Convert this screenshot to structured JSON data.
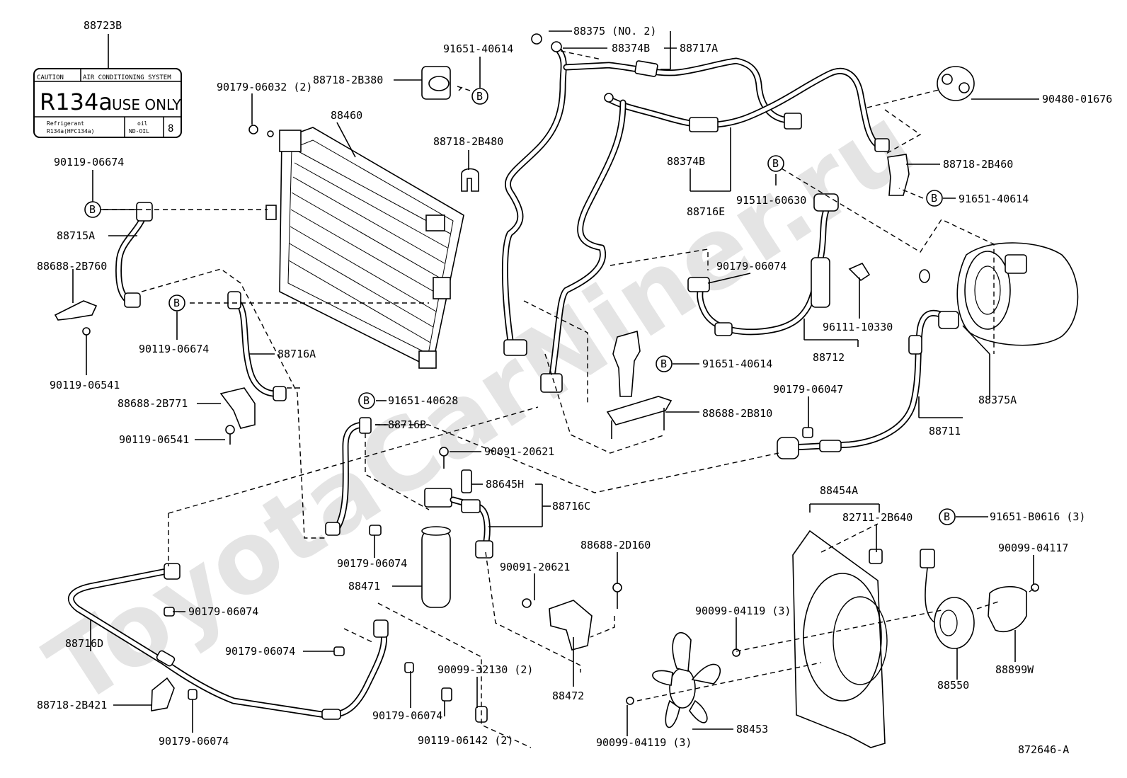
{
  "watermark": "ToyotaCarNiner.ru",
  "label_card": {
    "caution_left": "CAUTION",
    "caution_right": "AIR CONDITIONING SYSTEM",
    "refrigerant": "R134a",
    "use_only": "USE ONLY",
    "foot_left_line1": "Refrigerant",
    "foot_left_line2": "R134a(HFC134a)",
    "foot_mid_line1": "oil",
    "foot_mid_line2": "ND-OIL",
    "foot_right": "8"
  },
  "callout_ref": "B",
  "labels": {
    "p88723B": "88723B",
    "p88375_no2": "88375 (NO. 2)",
    "p88374B_top": "88374B",
    "p88717A": "88717A",
    "p91651_40614_top": "91651-40614",
    "p88718_2B380": "88718-2B380",
    "p90179_06032": "90179-06032 (2)",
    "p88460": "88460",
    "p88718_2B480": "88718-2B480",
    "p90480_01676": "90480-01676",
    "p90119_06674_a": "90119-06674",
    "p88374B_mid": "88374B",
    "p88718_2B460": "88718-2B460",
    "p88716E": "88716E",
    "p91511_60630": "91511-60630",
    "p91651_40614_right": "91651-40614",
    "p88715A": "88715A",
    "p88688_2B760": "88688-2B760",
    "p90179_06074_a": "90179-06074",
    "p90119_06674_b": "90119-06674",
    "p88716A": "88716A",
    "p96111_10330": "96111-10330",
    "p88712": "88712",
    "p90119_06541_a": "90119-06541",
    "p91651_40614_mid": "91651-40614",
    "p90179_06047": "90179-06047",
    "p88375A": "88375A",
    "p88688_2B771": "88688-2B771",
    "p91651_40628": "91651-40628",
    "p88688_2B810": "88688-2B810",
    "p88716B": "88716B",
    "p88711": "88711",
    "p90119_06541_b": "90119-06541",
    "p90091_20621_a": "90091-20621",
    "p88645H": "88645H",
    "p88716C": "88716C",
    "p88454A": "88454A",
    "p82711_2B640": "82711-2B640",
    "p91651_B0616": "91651-B0616 (3)",
    "p90179_06074_b": "90179-06074",
    "p90091_20621_b": "90091-20621",
    "p88688_2D160": "88688-2D160",
    "p90099_04117": "90099-04117",
    "p88471": "88471",
    "p90179_06074_c": "90179-06074",
    "p90099_04119_a": "90099-04119 (3)",
    "p88716D": "88716D",
    "p90179_06074_d": "90179-06074",
    "p90099_32130": "90099-32130 (2)",
    "p88472": "88472",
    "p88550": "88550",
    "p88899W": "88899W",
    "p88718_2B421": "88718-2B421",
    "p90179_06074_e": "90179-06074",
    "p90119_06142": "90119-06142 (2)",
    "p90179_06074_f": "90179-06074",
    "p88453": "88453",
    "p90099_04119_b": "90099-04119 (3)",
    "p872646A": "872646-A"
  }
}
